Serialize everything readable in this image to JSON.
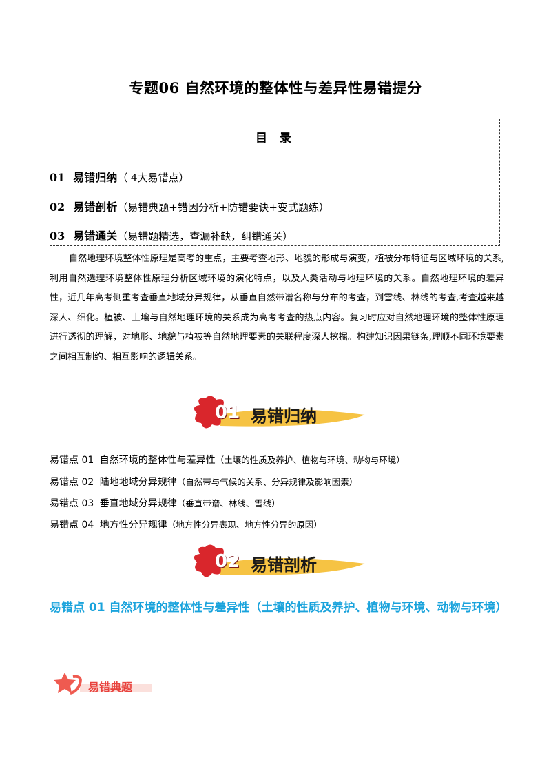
{
  "doc": {
    "title": "专题06  自然环境的整体性与差异性易错提分"
  },
  "toc": {
    "heading": "目 录",
    "items": [
      {
        "num": "01",
        "head": "易错归纳",
        "detail": "（ 4大易错点）"
      },
      {
        "num": "02",
        "head": "易错剖析",
        "detail": "（易错典题+错因分析+防错要诀+变式题练）"
      },
      {
        "num": "03",
        "head": "易错通关",
        "detail": "（易错题精选，查漏补缺，纠错通关）"
      }
    ]
  },
  "intro": "自然地理环境整体性原理是高考的重点，主要考查地形、地貌的形成与演变，植被分布特征与区域环境的关系,利用自然选理环境整体性原理分析区域环境的演化特点，以及人类活动与地理环境的关系。自然地理环境的差异性，近几年高考侧重考查垂直地域分异规律，从垂直自然带谱名称与分布的考查，到雪线、林线的考查,考查越来越深人、细化。植被、土壤与自然地理环境的关系成为高考考查的热点内容。复习时应对自然地理环境的整体性原理进行透彻的理解，对地形、地貌与植被等自然地理要素的关联程度深人挖掘。构建知识因果链条,理顺不同环境要素之间相互制约、相互影响的逻辑关系。",
  "banner1": {
    "num": "01",
    "text": "易错归纳"
  },
  "points": [
    {
      "label": "易错点 01",
      "main": "自然环境的整体性与差异性",
      "sub": "（土壤的性质及养护、植物与环境、动物与环境）"
    },
    {
      "label": "易错点 02",
      "main": "陆地地域分异规律",
      "sub": "（自然带与气候的关系、分异规律及影响因素）"
    },
    {
      "label": "易错点 03",
      "main": "垂直地域分异规律",
      "sub": "（垂直带谱、林线、雪线）"
    },
    {
      "label": "易错点 04",
      "main": "地方性分异规律",
      "sub": "（地方性分异表现、地方性分异的原因）"
    }
  ],
  "banner2": {
    "num": "02",
    "text": "易错剖析"
  },
  "section": {
    "heading": "易错点 01  自然环境的整体性与差异性（土壤的性质及养护、植物与环境、动物与环境）"
  },
  "tag": {
    "text": "易错典题"
  },
  "colors": {
    "accent_blue": "#1aa3dc",
    "banner_red": "#d9262c",
    "banner_yellow": "#f6c343",
    "tag_red": "#e8423d"
  }
}
